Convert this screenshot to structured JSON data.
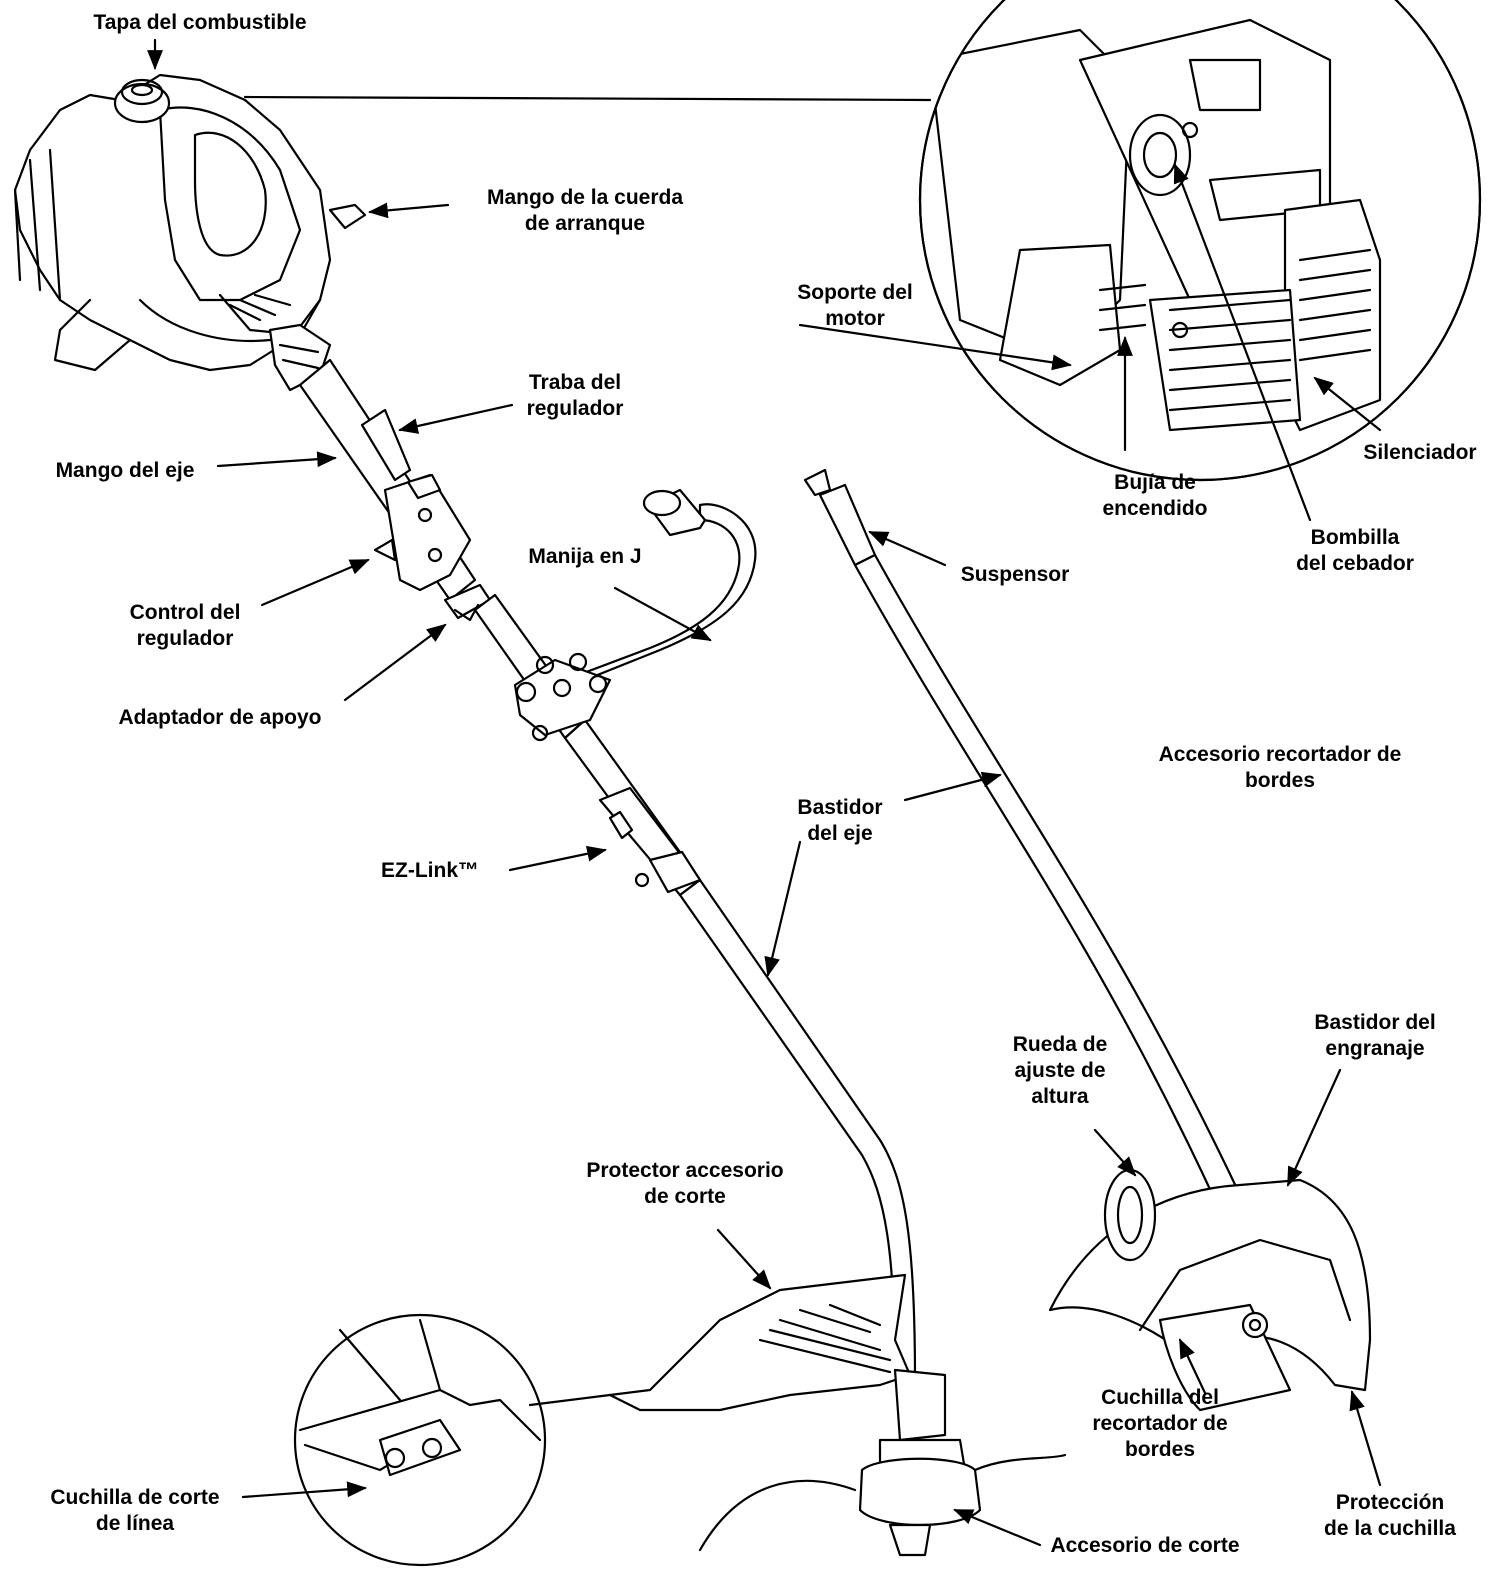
{
  "labels": {
    "fuel_cap": [
      "Tapa del combustible"
    ],
    "starter_handle": [
      "Mango de la cuerda",
      "de arranque"
    ],
    "engine_mount": [
      "Soporte del",
      "motor"
    ],
    "throttle_lock": [
      "Traba del",
      "regulador"
    ],
    "shaft_handle": [
      "Mango del eje"
    ],
    "throttle_control": [
      "Control del",
      "regulador"
    ],
    "j_handle": [
      "Manija en J"
    ],
    "support_adapter": [
      "Adaptador de apoyo"
    ],
    "shaft_housing": [
      "Bastidor",
      "del eje"
    ],
    "ez_link": [
      "EZ-Link™"
    ],
    "hanger": [
      "Suspensor"
    ],
    "edger_attachment": [
      "Accesorio recortador de",
      "bordes"
    ],
    "spark_plug": [
      "Bujía de",
      "encendido"
    ],
    "primer_bulb": [
      "Bombilla",
      "del cebador"
    ],
    "muffler": [
      "Silenciador"
    ],
    "gear_housing": [
      "Bastidor del",
      "engranaje"
    ],
    "height_wheel": [
      "Rueda de",
      "ajuste de",
      "altura"
    ],
    "guard": [
      "Protector accesorio",
      "de corte"
    ],
    "edger_blade": [
      "Cuchilla del",
      "recortador de",
      "bordes"
    ],
    "blade_guard": [
      "Protección",
      "de la cuchilla"
    ],
    "line_blade": [
      "Cuchilla de corte",
      "de línea"
    ],
    "cutting_attachment": [
      "Accesorio de corte"
    ]
  }
}
